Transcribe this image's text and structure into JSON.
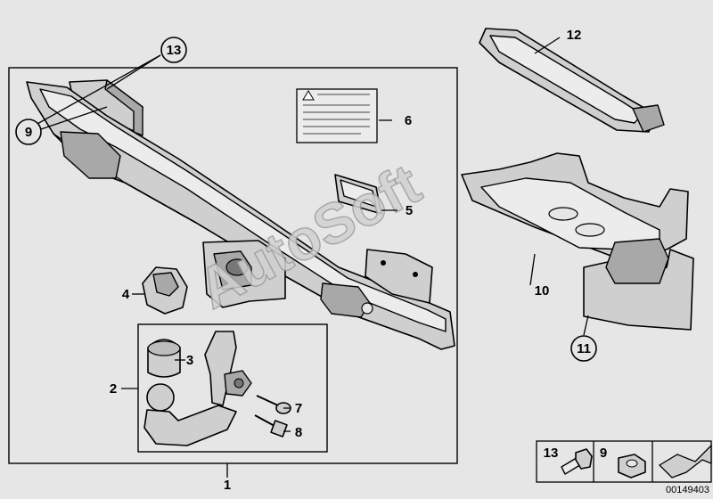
{
  "diagram": {
    "watermark": "AutoSoft",
    "image_code": "00149403",
    "labels": {
      "p1": "1",
      "p2": "2",
      "p3": "3",
      "p4": "4",
      "p5": "5",
      "p6": "6",
      "p7": "7",
      "p8": "8",
      "p9a": "9",
      "p9b": "9",
      "p10": "10",
      "p11": "11",
      "p12": "12",
      "p13a": "13",
      "p13b": "13"
    }
  }
}
